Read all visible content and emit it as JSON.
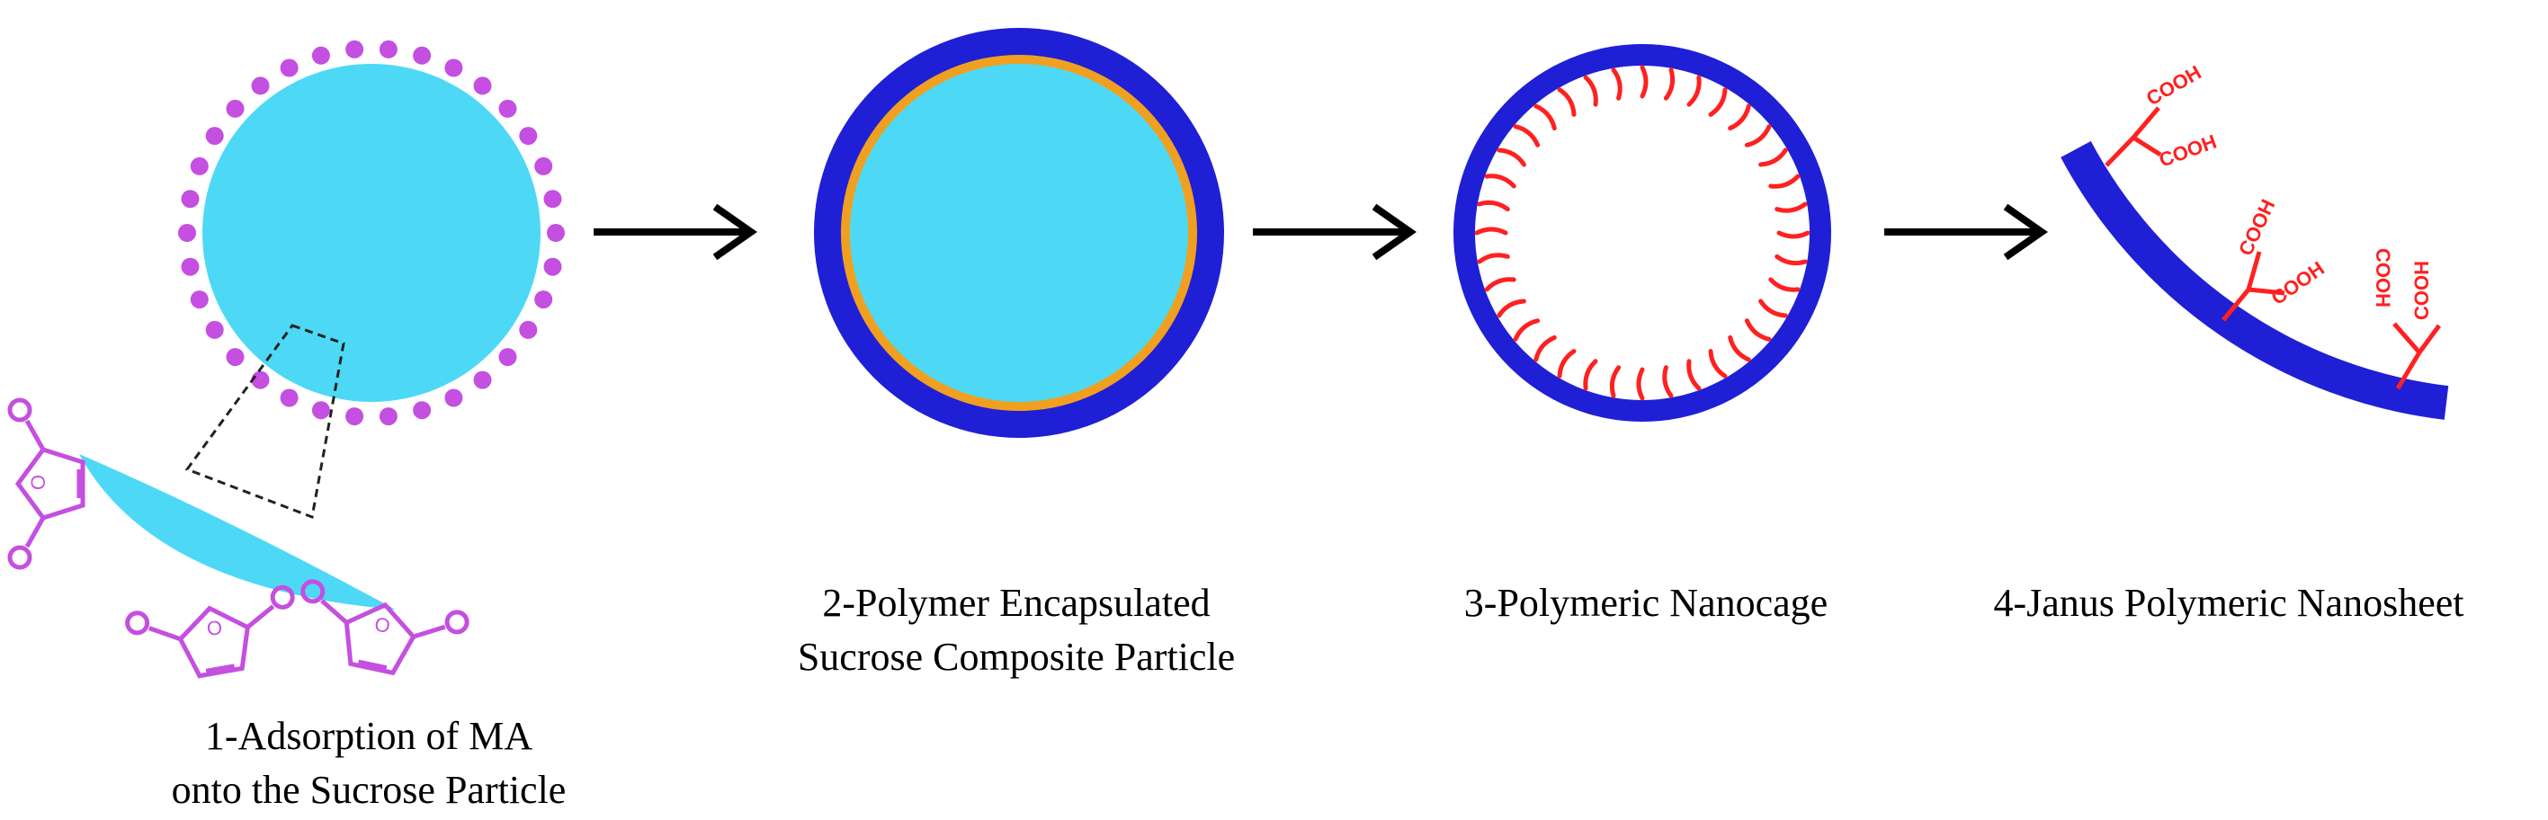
{
  "colors": {
    "sucrose": "#4dd9f5",
    "polymer": "#1f1fd6",
    "interlayer": "#f0a020",
    "ma": "#c44fe0",
    "cooh": "#ff2020",
    "arrow": "#000000",
    "background": "#ffffff"
  },
  "steps": [
    {
      "line1": "1-Adsorption of MA",
      "line2": "onto the Sucrose Particle"
    },
    {
      "line1": "2-Polymer Encapsulated",
      "line2": "Sucrose Composite Particle"
    },
    {
      "line1": "3-Polymeric Nanocage",
      "line2": ""
    },
    {
      "line1": "4-Janus Polymeric Nanosheet",
      "line2": ""
    }
  ],
  "chem": {
    "oxygen": "O",
    "carboxyl": "COOH"
  },
  "icons": [
    "right-arrow-icon"
  ]
}
